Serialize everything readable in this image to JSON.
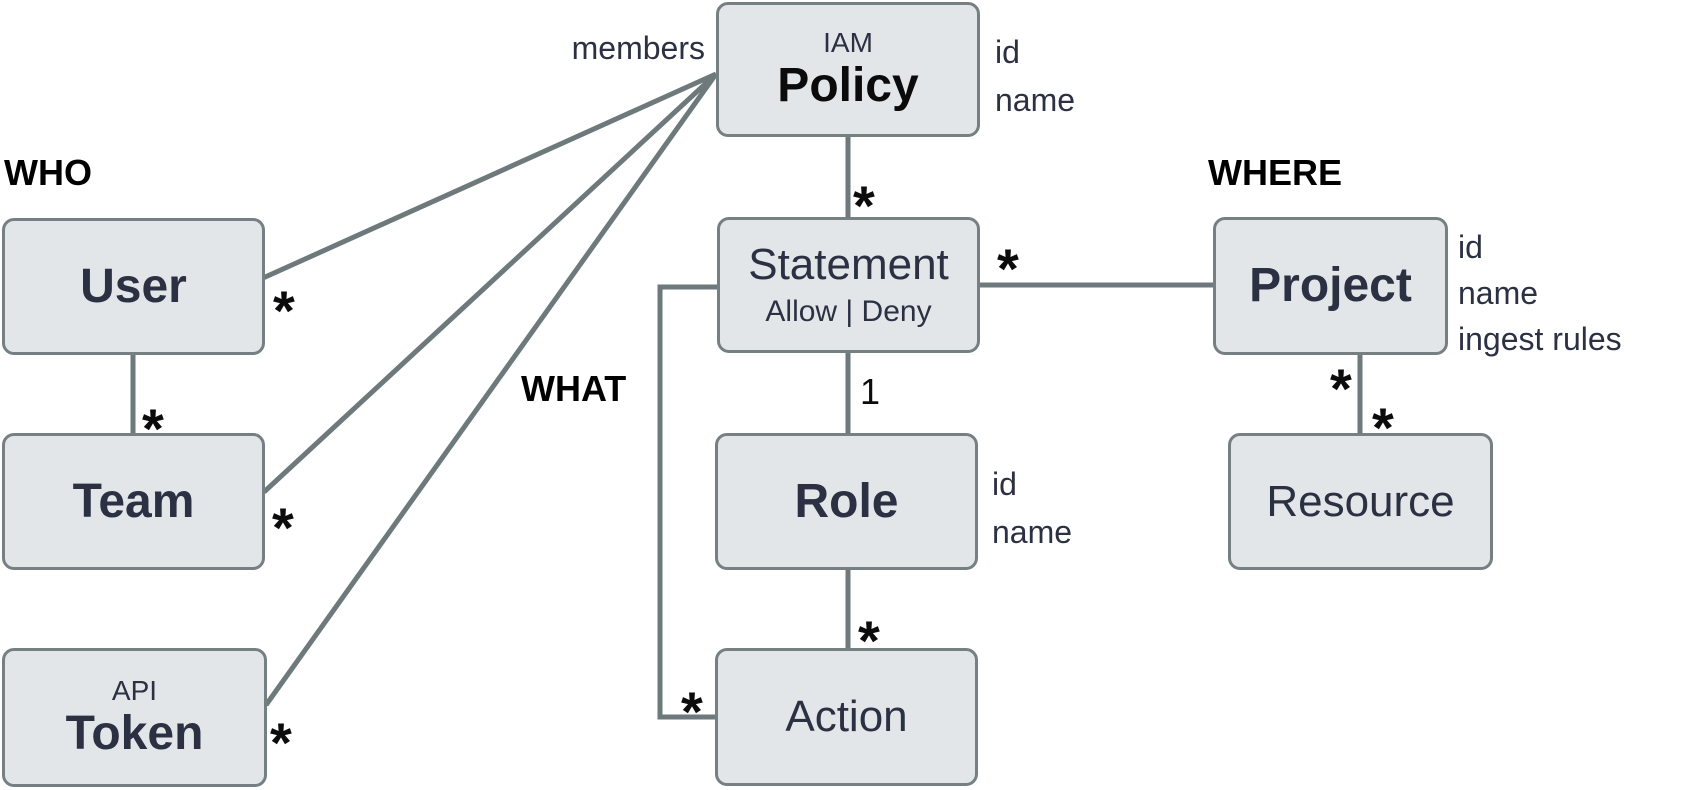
{
  "colors": {
    "box_fill": "#e3e6e8",
    "box_border": "#768083",
    "edge": "#6e797b",
    "entity_text": "#2b3043",
    "policy_title": "#0b0b0c",
    "label_text": "#000000"
  },
  "labels": {
    "who": "WHO",
    "what": "WHAT",
    "where": "WHERE",
    "members": "members"
  },
  "entities": {
    "policy": {
      "kicker": "IAM",
      "name": "Policy"
    },
    "user": {
      "name": "User"
    },
    "team": {
      "name": "Team"
    },
    "token": {
      "kicker": "API",
      "name": "Token"
    },
    "statement": {
      "name": "Statement",
      "subtitle": "Allow | Deny"
    },
    "role": {
      "name": "Role"
    },
    "action": {
      "name": "Action"
    },
    "project": {
      "name": "Project"
    },
    "resource": {
      "name": "Resource"
    }
  },
  "attributes": {
    "policy": [
      "id",
      "name"
    ],
    "role": [
      "id",
      "name"
    ],
    "project": [
      "id",
      "name",
      "ingest rules"
    ]
  },
  "cardinalities": {
    "policy_statement": "*",
    "statement_role": "1",
    "role_action": "*",
    "action_statement": "*",
    "statement_project": "*",
    "user_policy": "*",
    "team_policy": "*",
    "token_policy": "*",
    "user_team": "*",
    "project_resource_left": "*",
    "project_resource_right": "*"
  }
}
